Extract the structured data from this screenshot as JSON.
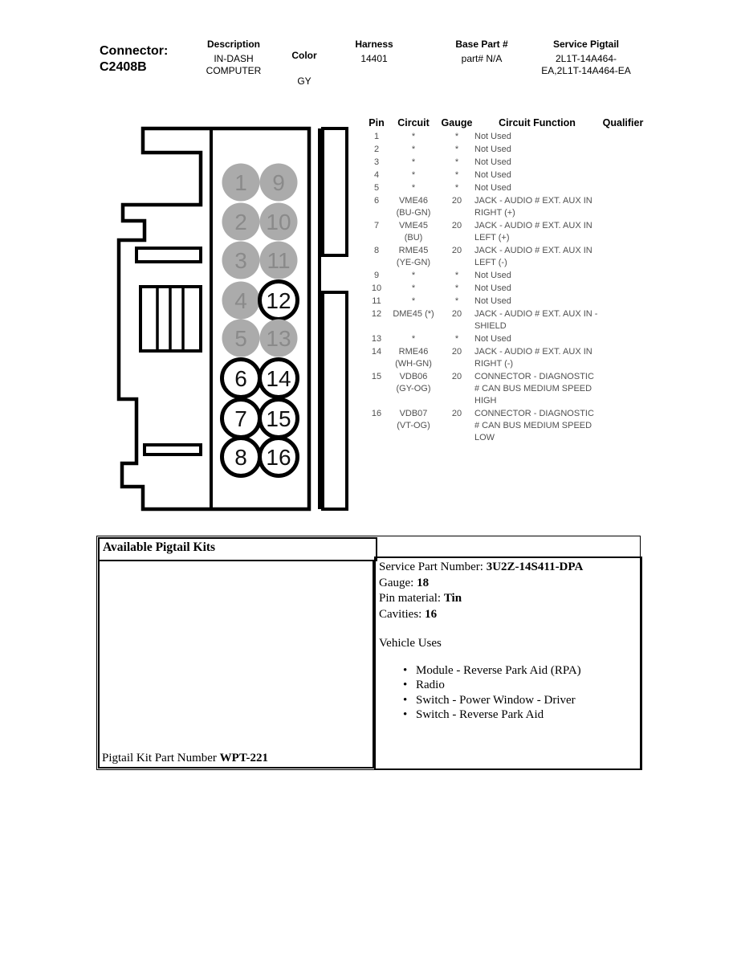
{
  "header": {
    "connector_label": "Connector:",
    "connector_id": "C2408B",
    "columns": [
      {
        "label": "Description",
        "value": "IN-DASH COMPUTER"
      },
      {
        "label": "Color",
        "value": "GY"
      },
      {
        "label": "Harness",
        "value": "14401"
      },
      {
        "label": "Base Part #",
        "value": "part# N/A"
      },
      {
        "label": "Service Pigtail",
        "value": "2L1T-14A464-EA,2L1T-14A464-EA"
      }
    ]
  },
  "pin_table": {
    "headers": [
      "Pin",
      "Circuit",
      "Gauge",
      "Circuit Function",
      "Qualifier"
    ],
    "rows": [
      {
        "pin": "1",
        "circuit": "*",
        "circuit_color": "",
        "gauge": "*",
        "function": "Not Used",
        "qualifier": ""
      },
      {
        "pin": "2",
        "circuit": "*",
        "circuit_color": "",
        "gauge": "*",
        "function": "Not Used",
        "qualifier": ""
      },
      {
        "pin": "3",
        "circuit": "*",
        "circuit_color": "",
        "gauge": "*",
        "function": "Not Used",
        "qualifier": ""
      },
      {
        "pin": "4",
        "circuit": "*",
        "circuit_color": "",
        "gauge": "*",
        "function": "Not Used",
        "qualifier": ""
      },
      {
        "pin": "5",
        "circuit": "*",
        "circuit_color": "",
        "gauge": "*",
        "function": "Not Used",
        "qualifier": ""
      },
      {
        "pin": "6",
        "circuit": "VME46",
        "circuit_color": "(BU-GN)",
        "gauge": "20",
        "function": "JACK - AUDIO # EXT. AUX IN RIGHT (+)",
        "qualifier": ""
      },
      {
        "pin": "7",
        "circuit": "VME45",
        "circuit_color": "(BU)",
        "gauge": "20",
        "function": "JACK - AUDIO # EXT. AUX IN LEFT (+)",
        "qualifier": ""
      },
      {
        "pin": "8",
        "circuit": "RME45",
        "circuit_color": "(YE-GN)",
        "gauge": "20",
        "function": "JACK - AUDIO # EXT. AUX IN LEFT (-)",
        "qualifier": ""
      },
      {
        "pin": "9",
        "circuit": "*",
        "circuit_color": "",
        "gauge": "*",
        "function": "Not Used",
        "qualifier": ""
      },
      {
        "pin": "10",
        "circuit": "*",
        "circuit_color": "",
        "gauge": "*",
        "function": "Not Used",
        "qualifier": ""
      },
      {
        "pin": "11",
        "circuit": "*",
        "circuit_color": "",
        "gauge": "*",
        "function": "Not Used",
        "qualifier": ""
      },
      {
        "pin": "12",
        "circuit": "DME45 (*)",
        "circuit_color": "",
        "gauge": "20",
        "function": "JACK - AUDIO # EXT. AUX IN - SHIELD",
        "qualifier": ""
      },
      {
        "pin": "13",
        "circuit": "*",
        "circuit_color": "",
        "gauge": "*",
        "function": "Not Used",
        "qualifier": ""
      },
      {
        "pin": "14",
        "circuit": "RME46",
        "circuit_color": "(WH-GN)",
        "gauge": "20",
        "function": "JACK - AUDIO # EXT. AUX IN RIGHT (-)",
        "qualifier": ""
      },
      {
        "pin": "15",
        "circuit": "VDB06",
        "circuit_color": "(GY-OG)",
        "gauge": "20",
        "function": "CONNECTOR - DIAGNOSTIC # CAN BUS MEDIUM SPEED HIGH",
        "qualifier": ""
      },
      {
        "pin": "16",
        "circuit": "VDB07",
        "circuit_color": "(VT-OG)",
        "gauge": "20",
        "function": "CONNECTOR - DIAGNOSTIC # CAN BUS MEDIUM SPEED LOW",
        "qualifier": ""
      }
    ]
  },
  "connector_diagram": {
    "pins": [
      {
        "num": "1",
        "col": 0,
        "row": 0,
        "used": false
      },
      {
        "num": "2",
        "col": 0,
        "row": 1,
        "used": false
      },
      {
        "num": "3",
        "col": 0,
        "row": 2,
        "used": false
      },
      {
        "num": "4",
        "col": 0,
        "row": 3,
        "used": false
      },
      {
        "num": "5",
        "col": 0,
        "row": 4,
        "used": false
      },
      {
        "num": "6",
        "col": 0,
        "row": 5,
        "used": true
      },
      {
        "num": "7",
        "col": 0,
        "row": 6,
        "used": true
      },
      {
        "num": "8",
        "col": 0,
        "row": 7,
        "used": true
      },
      {
        "num": "9",
        "col": 1,
        "row": 0,
        "used": false
      },
      {
        "num": "10",
        "col": 1,
        "row": 1,
        "used": false
      },
      {
        "num": "11",
        "col": 1,
        "row": 2,
        "used": false
      },
      {
        "num": "12",
        "col": 1,
        "row": 3,
        "used": true
      },
      {
        "num": "13",
        "col": 1,
        "row": 4,
        "used": false
      },
      {
        "num": "14",
        "col": 1,
        "row": 5,
        "used": true
      },
      {
        "num": "15",
        "col": 1,
        "row": 6,
        "used": true
      },
      {
        "num": "16",
        "col": 1,
        "row": 7,
        "used": true
      }
    ],
    "colors": {
      "unused_fill": "#ababab",
      "unused_text": "#8a8a8a",
      "used_fill": "#ffffff",
      "used_stroke": "#000000",
      "used_text": "#111111"
    }
  },
  "pigtail": {
    "title": "Available Pigtail Kits",
    "kit_label": "Pigtail Kit Part Number",
    "kit_number": "WPT-221",
    "specs": [
      {
        "label": "Service Part Number:",
        "value": "3U2Z-14S411-DPA"
      },
      {
        "label": "Gauge:",
        "value": "18"
      },
      {
        "label": "Pin material:",
        "value": "Tin"
      },
      {
        "label": "Cavities:",
        "value": "16"
      }
    ],
    "uses_title": "Vehicle Uses",
    "uses": [
      "Module - Reverse Park Aid (RPA)",
      "Radio",
      "Switch - Power Window - Driver",
      "Switch - Reverse Park Aid"
    ]
  }
}
